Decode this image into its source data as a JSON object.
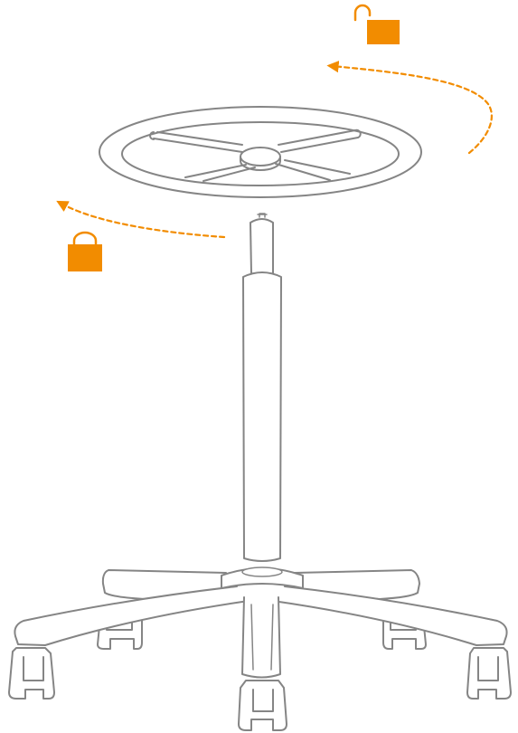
{
  "diagram": {
    "subject": "stool-with-foot-ring",
    "colors": {
      "accent": "#F28C00",
      "outline": "#858585",
      "background": "#FFFFFF"
    },
    "annotations": [
      {
        "icon": "unlock-icon",
        "meaning": "unlocked",
        "arrow": "counter-clockwise-arrow"
      },
      {
        "icon": "lock-icon",
        "meaning": "locked",
        "arrow": "counter-clockwise-arrow"
      }
    ]
  }
}
